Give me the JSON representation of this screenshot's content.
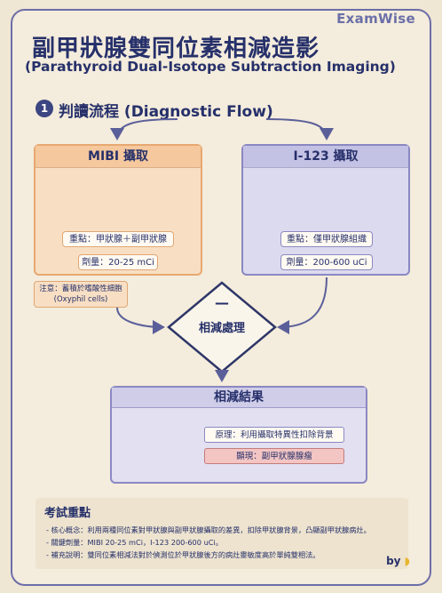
{
  "brand": "ExamWise",
  "title_zh": "副甲狀腺雙同位素相減造影",
  "title_en": "(Parathyroid Dual-Isotope Subtraction Imaging)",
  "step": {
    "number": "1",
    "title": "判讀流程 (Diagnostic Flow)"
  },
  "mibi": {
    "title": "MIBI 攝取",
    "focus": "重點：甲狀腺＋副甲狀腺",
    "dose": "劑量：20-25 mCi",
    "note_line1": "注意：蓄積於嗜酸性細胞",
    "note_line2": "(Oxyphil cells)",
    "color": "#f5c89d"
  },
  "i123": {
    "title": "I-123 攝取",
    "focus": "重點：僅甲狀腺組織",
    "dose": "劑量：200-600 uCi",
    "color": "#c3c1e4"
  },
  "subtract": {
    "symbol": "—",
    "label": "相減處理"
  },
  "result": {
    "title": "相減結果",
    "principle": "原理：利用攝取特異性扣除背景",
    "show": "顯現：副甲狀腺腺瘤",
    "highlight_color": "#e23a2e"
  },
  "exam": {
    "title": "考試重點",
    "lines": [
      "- 核心概念：利用兩種同位素對甲狀腺與副甲狀腺攝取的差異，扣除甲狀腺背景，凸顯副甲狀腺病灶。",
      "- 關鍵劑量：MIBI 20-25 mCi，I-123 200-600 uCi。",
      "- 補充說明：雙同位素相減法對於偵測位於甲狀腺後方的病灶靈敏度高於單純雙相法。"
    ]
  },
  "byline": "by"
}
